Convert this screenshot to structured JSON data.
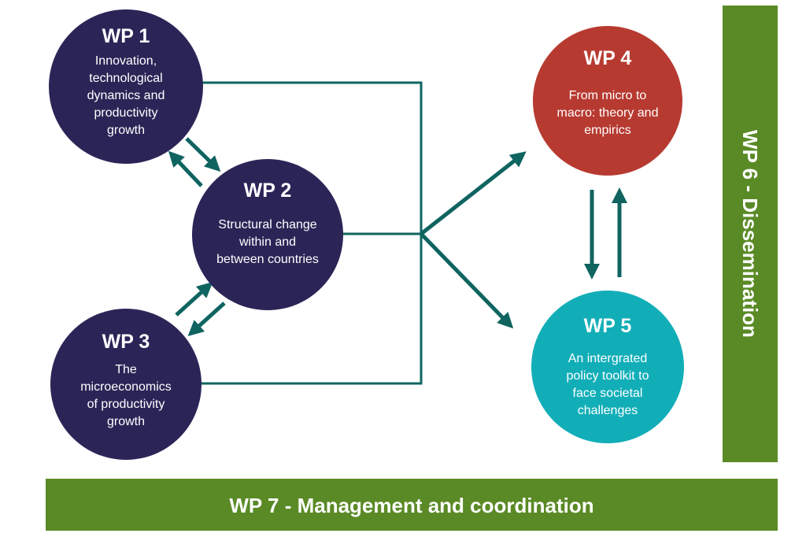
{
  "colors": {
    "navy": "#2b2557",
    "red": "#b73a31",
    "teal": "#12aeb8",
    "green": "#5a8a25",
    "connector": "#0f6460"
  },
  "nodes": {
    "wp1": {
      "title": "WP 1",
      "lines": [
        "Innovation,",
        "technological",
        "dynamics and",
        "productivity",
        "growth"
      ]
    },
    "wp2": {
      "title": "WP 2",
      "lines": [
        "Structural change",
        "within and",
        "between countries"
      ]
    },
    "wp3": {
      "title": "WP 3",
      "lines": [
        "The",
        "microeconomics",
        "of productivity",
        "growth"
      ]
    },
    "wp4": {
      "title": "WP 4",
      "lines": [
        "From micro to",
        "macro: theory and",
        "empirics"
      ]
    },
    "wp5": {
      "title": "WP 5",
      "lines": [
        "An intergrated",
        "policy toolkit to",
        "face societal",
        "challenges"
      ]
    }
  },
  "bars": {
    "dissemination": "WP 6 - Dissemination",
    "management": "WP 7 - Management and coordination"
  }
}
